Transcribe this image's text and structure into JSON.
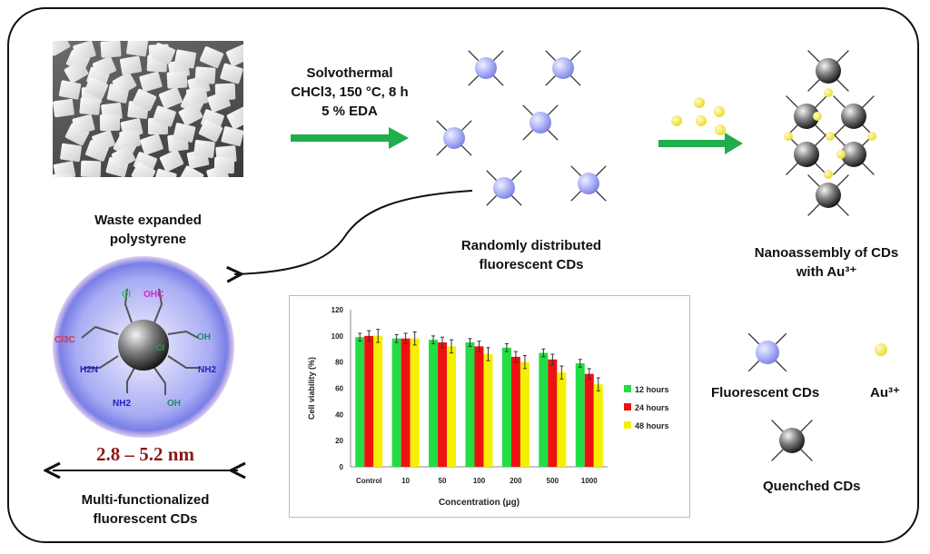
{
  "photo_label": [
    "Waste expanded",
    "polystyrene"
  ],
  "conditions": [
    "Solvothermal",
    "CHCl3, 150 °C, 8 h",
    "5 % EDA"
  ],
  "random_label": [
    "Randomly distributed",
    "fluorescent CDs"
  ],
  "nano_label": [
    "Nanoassembly of CDs",
    "with Au³⁺"
  ],
  "multi_label": [
    "Multi-functionalized",
    "fluorescent CDs"
  ],
  "size_label": "2.8 – 5.2 nm",
  "groups": {
    "cl": "Cl",
    "ohc": "OHC",
    "cl3c": "Cl3C",
    "oh1": "OH",
    "h2n": "H2N",
    "nh2a": "NH2",
    "nh2b": "NH2",
    "oh2": "OH",
    "cl_core": "Cl"
  },
  "legend": {
    "fluorescent": "Fluorescent CDs",
    "au": "Au³⁺",
    "quenched": "Quenched CDs"
  },
  "colors": {
    "arrow": "#1fae4b",
    "cd_blue": "#a9aef5",
    "au_yellow": "#f3ea3a"
  },
  "chart_data": {
    "type": "bar",
    "title": "",
    "xlabel": "Concentration (µg)",
    "ylabel": "Cell viability (%)",
    "ylim": [
      0,
      120
    ],
    "yticks": [
      0,
      20,
      40,
      60,
      80,
      100,
      120
    ],
    "categories": [
      "Control",
      "10",
      "50",
      "100",
      "200",
      "500",
      "1000"
    ],
    "series": [
      {
        "name": "12 hours",
        "color": "#22dd44",
        "values": [
          99,
          98,
          97,
          95,
          91,
          87,
          79
        ],
        "errors": [
          3,
          3,
          3,
          3,
          3,
          3,
          3
        ]
      },
      {
        "name": "24 hours",
        "color": "#ee1111",
        "values": [
          100,
          98,
          95,
          92,
          84,
          82,
          71
        ],
        "errors": [
          4,
          4,
          4,
          4,
          4,
          4,
          4
        ]
      },
      {
        "name": "48 hours",
        "color": "#f5f000",
        "values": [
          100,
          98,
          92,
          86,
          80,
          72,
          63
        ],
        "errors": [
          5,
          5,
          5,
          5,
          5,
          5,
          5
        ]
      }
    ],
    "legend_position": "right"
  }
}
